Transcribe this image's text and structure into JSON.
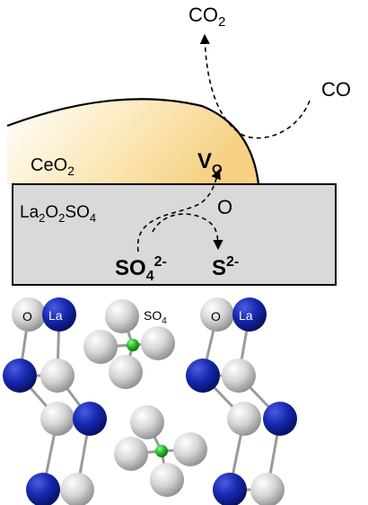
{
  "labels": {
    "co2": {
      "main": "CO",
      "sub": "2"
    },
    "co": "CO",
    "ceo2": {
      "main": "CeO",
      "sub": "2"
    },
    "vacancy": {
      "main": "V",
      "sub": "O"
    },
    "oxygen": "O",
    "support": {
      "p1": "La",
      "s1": "2",
      "p2": "O",
      "s2": "2",
      "p3": "SO",
      "s3": "4"
    },
    "sulfate": {
      "main": "SO",
      "sub": "4",
      "sup": "2-"
    },
    "sulfide": {
      "main": "S",
      "sup": "2-"
    },
    "crystal": {
      "o_left": "O",
      "la_left": "La",
      "so4": {
        "main": "SO",
        "sub": "4"
      },
      "o_right": "O",
      "la_right": "La"
    }
  },
  "colors": {
    "la_atom": "#0f1e9c",
    "o_atom": "#cfcfcf",
    "s_atom": "#1fbd1f",
    "support_fill": "#d9d9d9",
    "ceo2_fill": "#f7d88c"
  }
}
